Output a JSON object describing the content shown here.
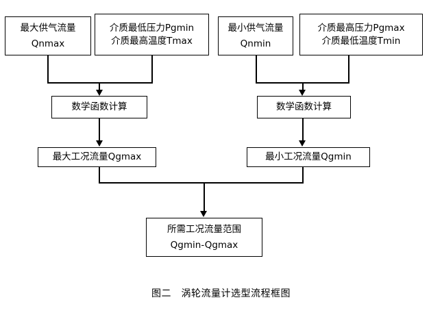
{
  "diagram": {
    "caption": "图二　涡轮流量计选型流程框图",
    "nodes": {
      "qnmax": {
        "line1": "最大供气流量",
        "line2": "Qnmax"
      },
      "pgmin_tmax": {
        "line1": "介质最低压力Pgmin",
        "line2": "介质最高温度Tmax"
      },
      "qnmin": {
        "line1": "最小供气流量",
        "line2": "Qnmin"
      },
      "pgmax_tmin": {
        "line1": "介质最高压力Pgmax",
        "line2": "介质最低温度Tmin"
      },
      "calc_left": {
        "line1": "数学函数计算"
      },
      "calc_right": {
        "line1": "数学函数计算"
      },
      "qgmax": {
        "line1": "最大工况流量Qgmax"
      },
      "qgmin": {
        "line1": "最小工况流量Qgmin"
      },
      "result": {
        "line1": "所需工况流量范围",
        "line2": "Qgmin-Qgmax"
      }
    }
  }
}
